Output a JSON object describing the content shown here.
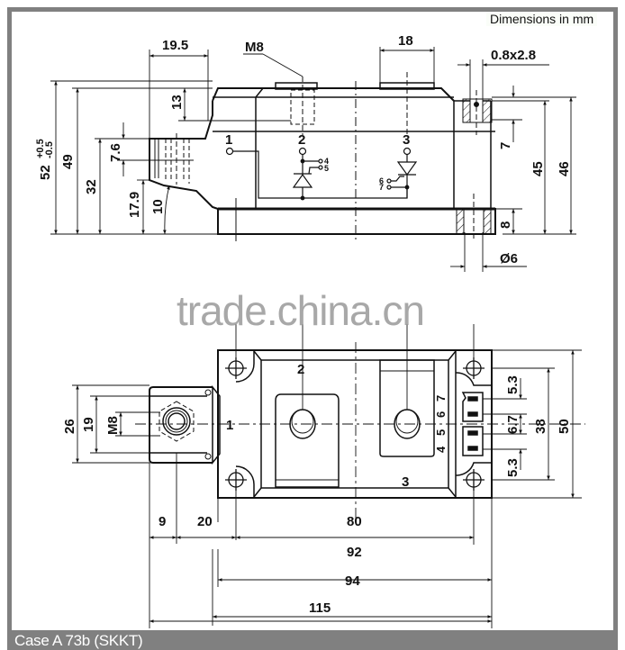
{
  "header": {
    "units_label": "Dimensions in mm"
  },
  "footer": {
    "caption": "Case A 73b (SKKT)"
  },
  "watermark": {
    "text": "trade.china.cn"
  },
  "colors": {
    "frame": "#808080",
    "line": "#111111",
    "background": "#ffffff",
    "watermark": "#9a9a9a"
  },
  "side_view": {
    "dimensions": {
      "d_19_5": "19.5",
      "d_m8": "M8",
      "d_18": "18",
      "d_0_8x2_8": "0.8x2.8",
      "d_13": "13",
      "d_52": "52",
      "d_52_tol_plus": "+0.5",
      "d_52_tol_minus": "-0.5",
      "d_49": "49",
      "d_7_6": "7.6",
      "d_32": "32",
      "d_17_9": "17.9",
      "d_10": "10",
      "d_7": "7",
      "d_45": "45",
      "d_46": "46",
      "d_8": "8",
      "d_dia6": "Ø6"
    },
    "terminals": {
      "t1": "1",
      "t2": "2",
      "t3": "3",
      "g4": "4",
      "g5": "5",
      "g6": "6",
      "g7": "7"
    }
  },
  "top_view": {
    "dimensions": {
      "d_26": "26",
      "d_19": "19",
      "d_m8": "M8",
      "d_5_3_top": "5.3",
      "d_6_7": "6.7",
      "d_5_3_bottom": "5.3",
      "d_38": "38",
      "d_50": "50",
      "d_9": "9",
      "d_20": "20",
      "d_80": "80",
      "d_92": "92",
      "d_94": "94",
      "d_115": "115"
    },
    "terminals": {
      "t1": "1",
      "t2": "2",
      "t3": "3",
      "g4": "4",
      "g5": "5",
      "g6": "6",
      "g7": "7"
    }
  }
}
